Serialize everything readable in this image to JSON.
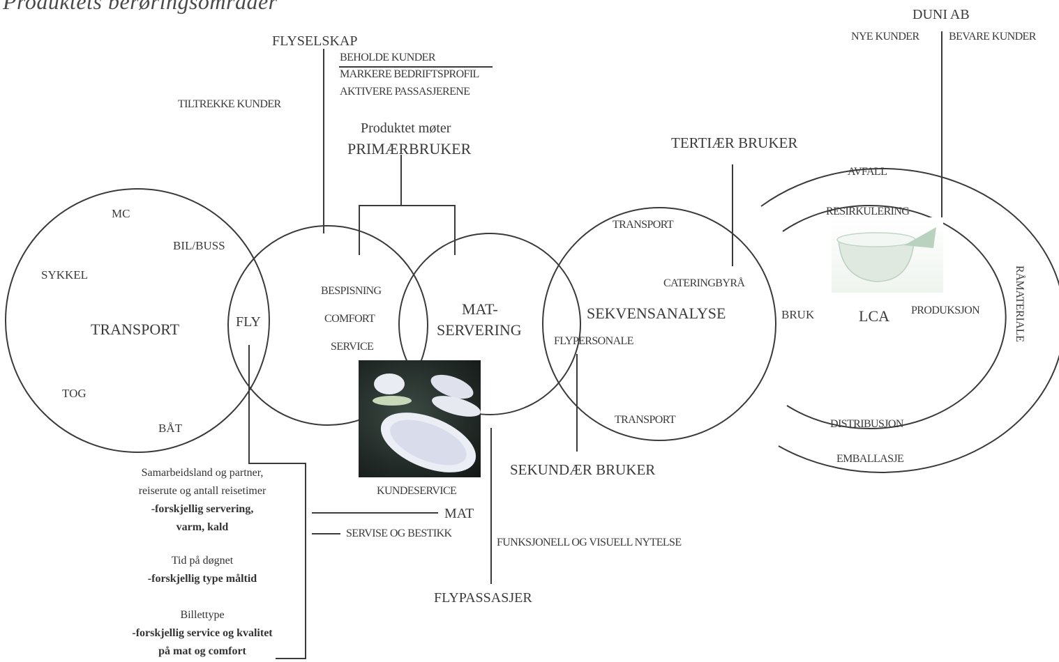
{
  "title": "Produktets berøringsområder",
  "duni": {
    "name": "DUNI AB",
    "new_customers": "NYE KUNDER",
    "keep_customers": "BEVARE KUNDER"
  },
  "airline": {
    "name": "FLYSELSKAP",
    "goals": [
      "BEHOLDE KUNDER",
      "MARKERE BEDRIFTSPROFIL",
      "AKTIVERE PASSASJERENE"
    ],
    "attract": "TILTREKKE KUNDER"
  },
  "primary": {
    "line1": "Produktet møter",
    "line2": "PRIMÆRBRUKER"
  },
  "tertiary": "TERTIÆR BRUKER",
  "secondary": "SEKUNDÆR BRUKER",
  "transport_circle": {
    "center": "TRANSPORT",
    "modes": [
      "MC",
      "BIL/BUSS",
      "SYKKEL",
      "TOG",
      "BÅT"
    ],
    "overlap": "FLY"
  },
  "service_circle": {
    "items": [
      "BESPISNING",
      "COMFORT",
      "SERVICE"
    ]
  },
  "food_circle": {
    "line1": "MAT-",
    "line2": "SERVERING"
  },
  "sequence_circle": {
    "center": "SEKVENSANALYSE",
    "top": "TRANSPORT",
    "catering": "CATERINGBYRÅ",
    "crew": "FLYPERSONALE",
    "bottom": "TRANSPORT"
  },
  "lca": {
    "center": "LCA",
    "outer_top": "AVFALL",
    "inner_top": "RESIRKULERING",
    "use": "BRUK",
    "production": "PRODUKSJON",
    "raw": "RÅMATERIALE",
    "inner_bottom": "DISTRIBUSJON",
    "outer_bottom": "EMBALLASJE"
  },
  "left_notes": [
    {
      "lines": [
        "Samarbeidsland og partner,",
        "reiserute og antall reisetimer"
      ],
      "bold": [
        "-forskjellig servering,",
        "varm, kald"
      ]
    },
    {
      "lines": [
        "Tid på døgnet"
      ],
      "bold": [
        "-forskjellig type måltid"
      ]
    },
    {
      "lines": [
        "Billettype"
      ],
      "bold": [
        "-forskjellig service og kvalitet",
        "på mat og comfort"
      ]
    }
  ],
  "bottom": {
    "customer_service": "KUNDESERVICE",
    "food": "MAT",
    "cutlery": "SERVISE OG BESTIKK",
    "benefit": "FUNKSJONELL OG VISUELL NYTELSE",
    "passenger": "FLYPASSASJER"
  },
  "images": [
    "tableware-photo",
    "cup-photo"
  ]
}
